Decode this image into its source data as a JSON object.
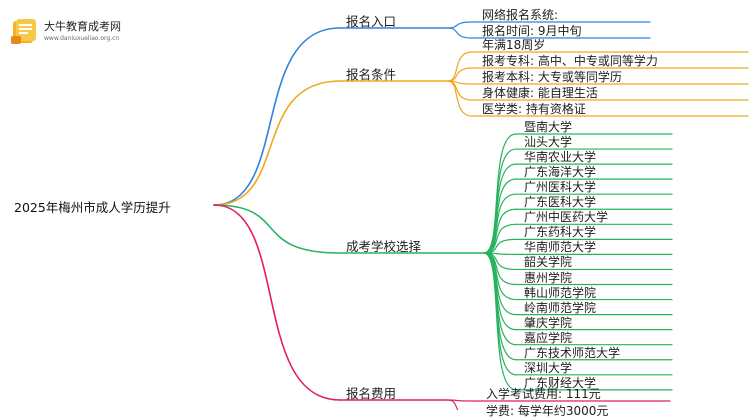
{
  "logo": {
    "title": "大牛教育成考网",
    "subtitle": "www.daniuxueliao.org.cn"
  },
  "root": {
    "label": "2025年梅州市成人学历提升"
  },
  "colors": {
    "blue": "#2f82e0",
    "orange": "#f0a81b",
    "green": "#27b35e",
    "pink": "#e21b6f"
  },
  "branches": [
    {
      "label": "报名入口",
      "color": "blue",
      "items": [
        "网络报名系统:",
        "报名时间: 9月中旬"
      ]
    },
    {
      "label": "报名条件",
      "color": "orange",
      "items": [
        "年满18周岁",
        "报考专科: 高中、中专或同等学力",
        "报考本科: 大专或等同学历",
        "身体健康: 能自理生活",
        "医学类: 持有资格证"
      ]
    },
    {
      "label": "成考学校选择",
      "color": "green",
      "items": [
        "暨南大学",
        "汕头大学",
        "华南农业大学",
        "广东海洋大学",
        "广州医科大学",
        "广东医科大学",
        "广州中医药大学",
        "广东药科大学",
        "华南师范大学",
        "韶关学院",
        "惠州学院",
        "韩山师范学院",
        "岭南师范学院",
        "肇庆学院",
        "嘉应学院",
        "广东技术师范大学",
        "深圳大学",
        "广东财经大学"
      ]
    },
    {
      "label": "报名费用",
      "color": "pink",
      "items": [
        "入学考试费用: 111元",
        "学费: 每学年约3000元"
      ]
    }
  ]
}
